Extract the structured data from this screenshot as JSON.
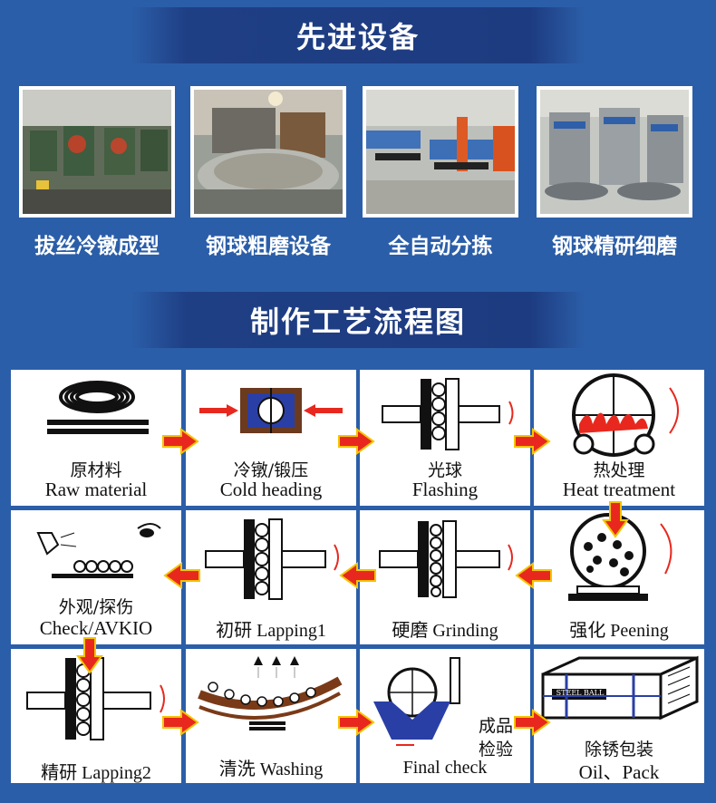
{
  "section1": {
    "title": "先进设备"
  },
  "equipment": [
    {
      "label": "拔丝冷镦成型",
      "photo_icon": "cold-heading-machines-photo"
    },
    {
      "label": "钢球粗磨设备",
      "photo_icon": "rough-grinding-machine-photo"
    },
    {
      "label": "全自动分拣",
      "photo_icon": "auto-sorting-line-photo"
    },
    {
      "label": "钢球精研细磨",
      "photo_icon": "fine-lapping-machine-photo"
    }
  ],
  "section2": {
    "title": "制作工艺流程图"
  },
  "process": [
    {
      "zh": "原材料",
      "en": "Raw material",
      "icon": "wire-coil-icon"
    },
    {
      "zh": "冷镦/锻压",
      "en": "Cold heading",
      "icon": "die-press-icon"
    },
    {
      "zh": "光球",
      "en": "Flashing",
      "icon": "flashing-plates-icon"
    },
    {
      "zh": "热处理",
      "en": "Heat treatment",
      "icon": "furnace-drum-icon"
    },
    {
      "zh": "外观/探伤",
      "en": "Check/AVKIO",
      "icon": "inspection-eye-icon"
    },
    {
      "zh": "初研",
      "en": "Lapping1",
      "icon": "lapping-plates-icon"
    },
    {
      "zh": "硬磨",
      "en": "Grinding",
      "icon": "grinding-plates-icon"
    },
    {
      "zh": "强化",
      "en": "Peening",
      "icon": "peening-drum-icon"
    },
    {
      "zh": "精研",
      "en": "Lapping2",
      "icon": "lapping-plates-icon"
    },
    {
      "zh": "清洗",
      "en": "Washing",
      "icon": "washing-conveyor-icon"
    },
    {
      "zh": "成品检验",
      "zh2": "检验",
      "zh1": "成品",
      "en": "Final check",
      "icon": "final-check-icon"
    },
    {
      "zh": "除锈包装",
      "en": "Oil、Pack",
      "icon": "steel-ball-box-icon",
      "box_text": "STEEL BALL"
    }
  ],
  "colors": {
    "background": "#2b5ea8",
    "banner": "#1d3b80",
    "arrow": "#e8281e",
    "arrow_outline": "#f5c400"
  }
}
